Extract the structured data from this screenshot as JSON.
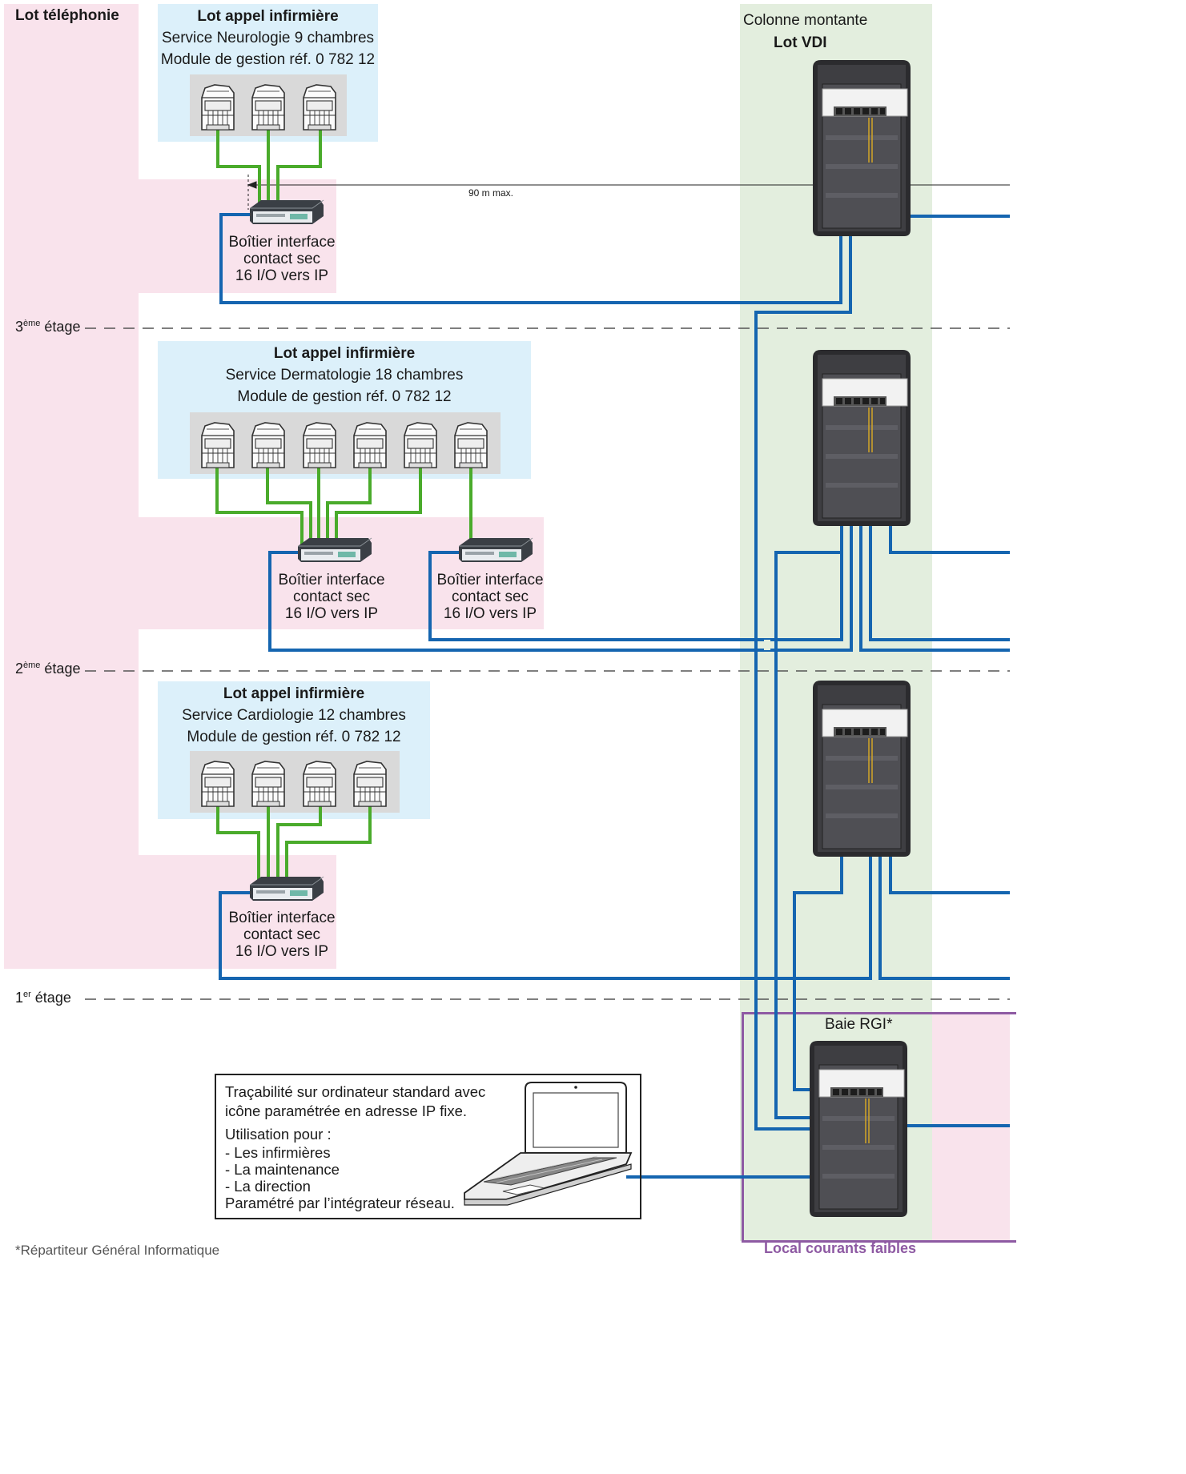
{
  "zones": {
    "lot_telephonie": "Lot téléphonie",
    "colonne_montante": "Colonne montante",
    "lot_vdi": "Lot VDI",
    "baie_rgi": "Baie RGI*",
    "local_courants_faibles": "Local courants faibles"
  },
  "floors": {
    "third": {
      "num": "3",
      "sup": "ème",
      "label": " étage"
    },
    "second": {
      "num": "2",
      "sup": "ème",
      "label": " étage"
    },
    "first": {
      "num": "1",
      "sup": "er",
      "label": " étage"
    }
  },
  "nurse_call_lots": [
    {
      "title": "Lot appel infirmière",
      "service": "Service Neurologie 9 chambres",
      "module": "Module de gestion réf. 0 782 12",
      "module_count": 3
    },
    {
      "title": "Lot appel infirmière",
      "service": "Service Dermatologie 18 chambres",
      "module": "Module de gestion réf. 0 782 12",
      "module_count": 6
    },
    {
      "title": "Lot appel infirmière",
      "service": "Service Cardiologie 12 chambres",
      "module": "Module de gestion réf. 0 782 12",
      "module_count": 4
    }
  ],
  "interface_box": {
    "line1": "Boîtier interface",
    "line2": "contact sec",
    "line3": "16 I/O vers IP"
  },
  "distance_label": "90 m max.",
  "computer_note": {
    "line1": "Traçabilité sur ordinateur standard avec",
    "line2": "icône paramétrée en adresse IP fixe.",
    "line3": "Utilisation pour :",
    "line4": "- Les infirmières",
    "line5": "- La maintenance",
    "line6": "- La direction",
    "line7": "Paramétré par l’intégrateur réseau."
  },
  "footnote": "*Répartiteur Général Informatique",
  "colors": {
    "pink_zone": "#f9e3ec",
    "blue_zone": "#dcf0fa",
    "green_zone": "#e3eede",
    "purple_border": "#8e5aa3",
    "ethernet_cable": "#1565b0",
    "bus_cable": "#4aab2b"
  },
  "icons": [
    "din-rail-module-icon",
    "interface-box-icon",
    "network-rack-icon",
    "laptop-icon"
  ]
}
